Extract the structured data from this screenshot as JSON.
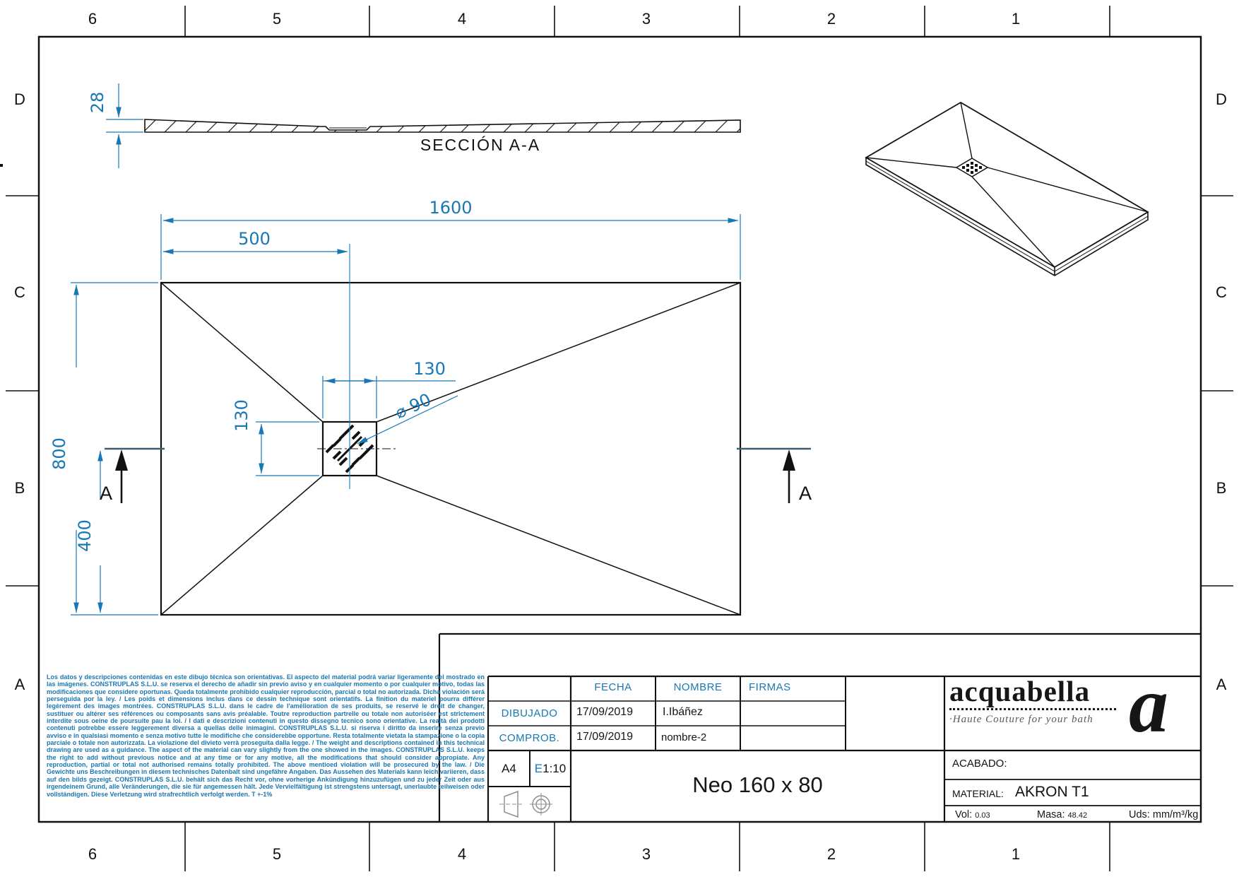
{
  "colors": {
    "accent": "#1878b6",
    "ink": "#161616"
  },
  "zones": {
    "columns": [
      "6",
      "5",
      "4",
      "3",
      "2",
      "1"
    ],
    "rows": [
      "D",
      "C",
      "B",
      "A"
    ]
  },
  "section_view": {
    "label": "SECCIÓN A-A",
    "thickness_dim": "28"
  },
  "plan_view": {
    "dim_width": "1600",
    "dim_drain_x": "500",
    "dim_drain_w": "130",
    "dim_drain_h": "130",
    "dim_diameter": "⌀ 90",
    "dim_height": "800",
    "dim_drain_y": "400",
    "section_letter": "A"
  },
  "disclaimer_text": "Los datos y descripciones contenidas en este dibujo técnica son orientativas. El aspecto del material podrá variar ligeramente del mostrado en las imágenes. CONSTRUPLAS S.L.U. se reserva el derecho de añadir sin previo aviso y en cualquier momento o por cualquier motivo, todas las modificaciones que considere oportunas. Queda totalmente prohibido cualquier reproducción, parcial o total no autorizada. Dicha violación será perseguida por la ley. / Les poids et dimensions inclus dans ce dessin technique sont orientatifs. La finition du materiel pourra différer legèrement des images montrées. CONSTRUPLAS S.L.U. dans le cadre de l'amélioration de ses produits, se reservé le droit de changer, sustituer ou altérer ses références ou composants sans avis préalable. Toutre reproduction partrelle ou totale non autoriséer est strictement interdite sous oeine de poursuite pau la loi. / I dati e descrizioni contenuti in questo dissegno tecnico sono orientative. La realtà dei prodotti contenuti potrebbe essere leggerement diversa a quellas delle inimagini. CONSTRUPLAS S.L.U. si riserva i diritto da inserire senza previo avviso e in qualsiasi momento e senza motivo tutte le modifiche che considerebbe opportune. Resta totalmente vietata la stampazione o la copia parciale o totale non autorizzata. La violazione del divieto verrà proseguita dalla legge. / The weight and descriptions contained in this technical drawing are used as a guidance. The aspect of the material can vary slightly from the one showed in the images. CONSTRUPLAS S.L.U. keeps the right to add without previous notice and at any time or for any motive, all the modifications that should consider appropiate. Any reproduction, partial or total not authorised remains totally prohibited. The above mentioed violation will be prosecured by the law. / Die Gewichte uns Beschreibungen in diesem technisches Datenbalt sind ungefähre Angaben. Das Aussehen des Materials kann leich variieren, dass auf den bilds gezeigt. CONSTRUPLAS S.L.U. behält sich das Recht vor, ohne vorherige Ankündigung hinzuzufügen und zu jeder Zeit oder aus irgendeinem Grund, alle Veränderungen, die sie für angemessen hält. Jede Vervielfältigung ist strengstens untersagt, unerlaubte teilweisen oder vollständigen. Diese Verletzung wird strafrechtlich verfolgt werden. T +-1%",
  "title_block": {
    "headers": {
      "fecha": "FECHA",
      "nombre": "NOMBRE",
      "firmas": "FIRMAS"
    },
    "rows": [
      {
        "label": "DIBUJADO",
        "fecha": "17/09/2019",
        "nombre": "I.Ibáñez"
      },
      {
        "label": "COMPROB.",
        "fecha": "17/09/2019",
        "nombre": "nombre-2"
      }
    ],
    "paper_size": "A4",
    "scale_prefix": "E",
    "scale_value": "1:10",
    "drawing_title": "Neo 160 x 80",
    "acabado_label": "ACABADO:",
    "material_label": "MATERIAL:",
    "material_value": "AKRON T1",
    "vol_label": "Vol:",
    "vol_value": "0.03",
    "masa_label": "Masa:",
    "masa_value": "48.42",
    "uds_label": "Uds:",
    "uds_value": "mm/m³/kg"
  },
  "brand": {
    "name": "acquabella",
    "tagline": "·Haute Couture for your bath",
    "mark": "a"
  }
}
